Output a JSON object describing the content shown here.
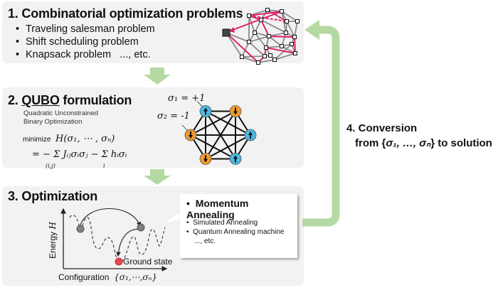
{
  "step1": {
    "title": "1. Combinatorial optimization problems",
    "items": [
      "Traveling salesman problem",
      "Shift scheduling problem",
      "Knapsack problem   ..., etc."
    ]
  },
  "step2": {
    "title_prefix": "2. ",
    "title_underlined": "QUBO",
    "title_suffix": " formulation",
    "subtitle_line1": "Quadratic Unconstrained",
    "subtitle_line2": "Binary Optimization",
    "minimize_label": "minimize",
    "objective": "H(σ₁, ⋯ , σₙ)",
    "expansion": "= − Σ Jᵢⱼσᵢσⱼ − Σ hᵢσᵢ",
    "sum1_index": "(i,j)",
    "sum2_index": "i",
    "sigma1_label": "σ₁ = +1",
    "sigma2_label": "σ₂ = -1",
    "spins": [
      "up",
      "down",
      "up",
      "up",
      "down",
      "down"
    ]
  },
  "step3": {
    "title": "3. Optimization",
    "y_axis_label": "Energy",
    "y_axis_symbol": "H",
    "x_axis_label": "Configuration",
    "x_axis_symbol": "{σ₁,⋯,σₙ}",
    "ground_state_label": "Ground state",
    "callout": {
      "main": "Momentum Annealing",
      "items": [
        "Simulated Annealing",
        "Quantum Annealing machine"
      ],
      "etc": "..., etc."
    }
  },
  "step4": {
    "line1": "4. Conversion",
    "line2_prefix": "from {",
    "line2_math": "σ₁, …, σₙ",
    "line2_suffix": "} to solution"
  },
  "colors": {
    "panel_bg": "#f2f2f2",
    "arrow_green": "#b5d9a3",
    "path_pink": "#e0226e",
    "spin_up_blue": "#4bb8e0",
    "spin_down_orange": "#ef9a2e",
    "ground_red": "#e5474d"
  }
}
